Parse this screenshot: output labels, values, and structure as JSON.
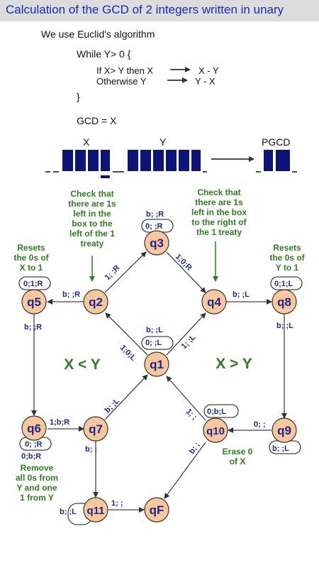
{
  "title": "Calculation of the GCD of 2 integers written in unary",
  "algorithm": {
    "intro": "We use Euclid's algorithm",
    "while": "While   Y> 0 {",
    "if_left": "If X> Y then X",
    "if_right": "X - Y",
    "else_left": "Otherwise Y",
    "else_right": "Y - X",
    "close": "}",
    "result": "GCD = X"
  },
  "tape": {
    "x_label": "X",
    "y_label": "Y",
    "result_label": "PGCD"
  },
  "states": {
    "q1": "q1",
    "q2": "q2",
    "q3": "q3",
    "q4": "q4",
    "q5": "q5",
    "q6": "q6",
    "q7": "q7",
    "q8": "q8",
    "q9": "q9",
    "q10": "q10",
    "q11": "q11",
    "qF": "qF"
  },
  "transitions": {
    "q1_q2": "1;0;L",
    "q1_q4": "1; ;L",
    "q1_self_a": "b; ;L",
    "q1_self_b": "0; ;L",
    "q2_q3": "1; ;R",
    "q3_self_a": "b; ;R",
    "q3_self_b": "0; ;R",
    "q3_q4": "1;0;R",
    "q2_q5": "b; ;R",
    "q5_self": "0;1;R",
    "q5_q6": "b; ;R",
    "q4_q8": "b; ;L",
    "q8_self": "0;1;L",
    "q8_q9": "b; ;L",
    "q6_q7": "1;b;R",
    "q6_self": "0; ;R",
    "q6_below": "0;b;R",
    "q7_q1": "b; ;L",
    "q7_q11": "b; ;",
    "q11_self": "b; ;L",
    "q11_qF": "1; ;",
    "q9_q10": "0; ;",
    "q9_self": "b; ;L",
    "q10_self": "0;b;L",
    "q10_q1": "1; ;",
    "q10_qF": "b; ;"
  },
  "notes": {
    "q2_note": [
      "Check that",
      "there are 1s",
      "left in the",
      "box to the",
      "left of the 1",
      "treaty"
    ],
    "q4_note": [
      "Check that",
      "there are 1s",
      "left in the box",
      "to the right of",
      "the 1 treaty"
    ],
    "q5_note": [
      "Resets",
      "the 0s of",
      "X to 1"
    ],
    "q8_note": [
      "Resets",
      "the 0s of",
      "Y to 1"
    ],
    "q6_note": [
      "Remove",
      "all 0s from",
      "Y and one",
      "1 from Y"
    ],
    "q10_note": [
      "Erase 0",
      "of X"
    ],
    "x_lt_y": "X < Y",
    "x_gt_y": "X > Y"
  },
  "colors": {
    "state_fill": "#f8c89c",
    "state_stroke": "#333333",
    "label_blue": "#1a2890",
    "note_green": "#2e7d1e",
    "tape_blue": "#0c1478",
    "title_blue": "#1a2bb8"
  }
}
